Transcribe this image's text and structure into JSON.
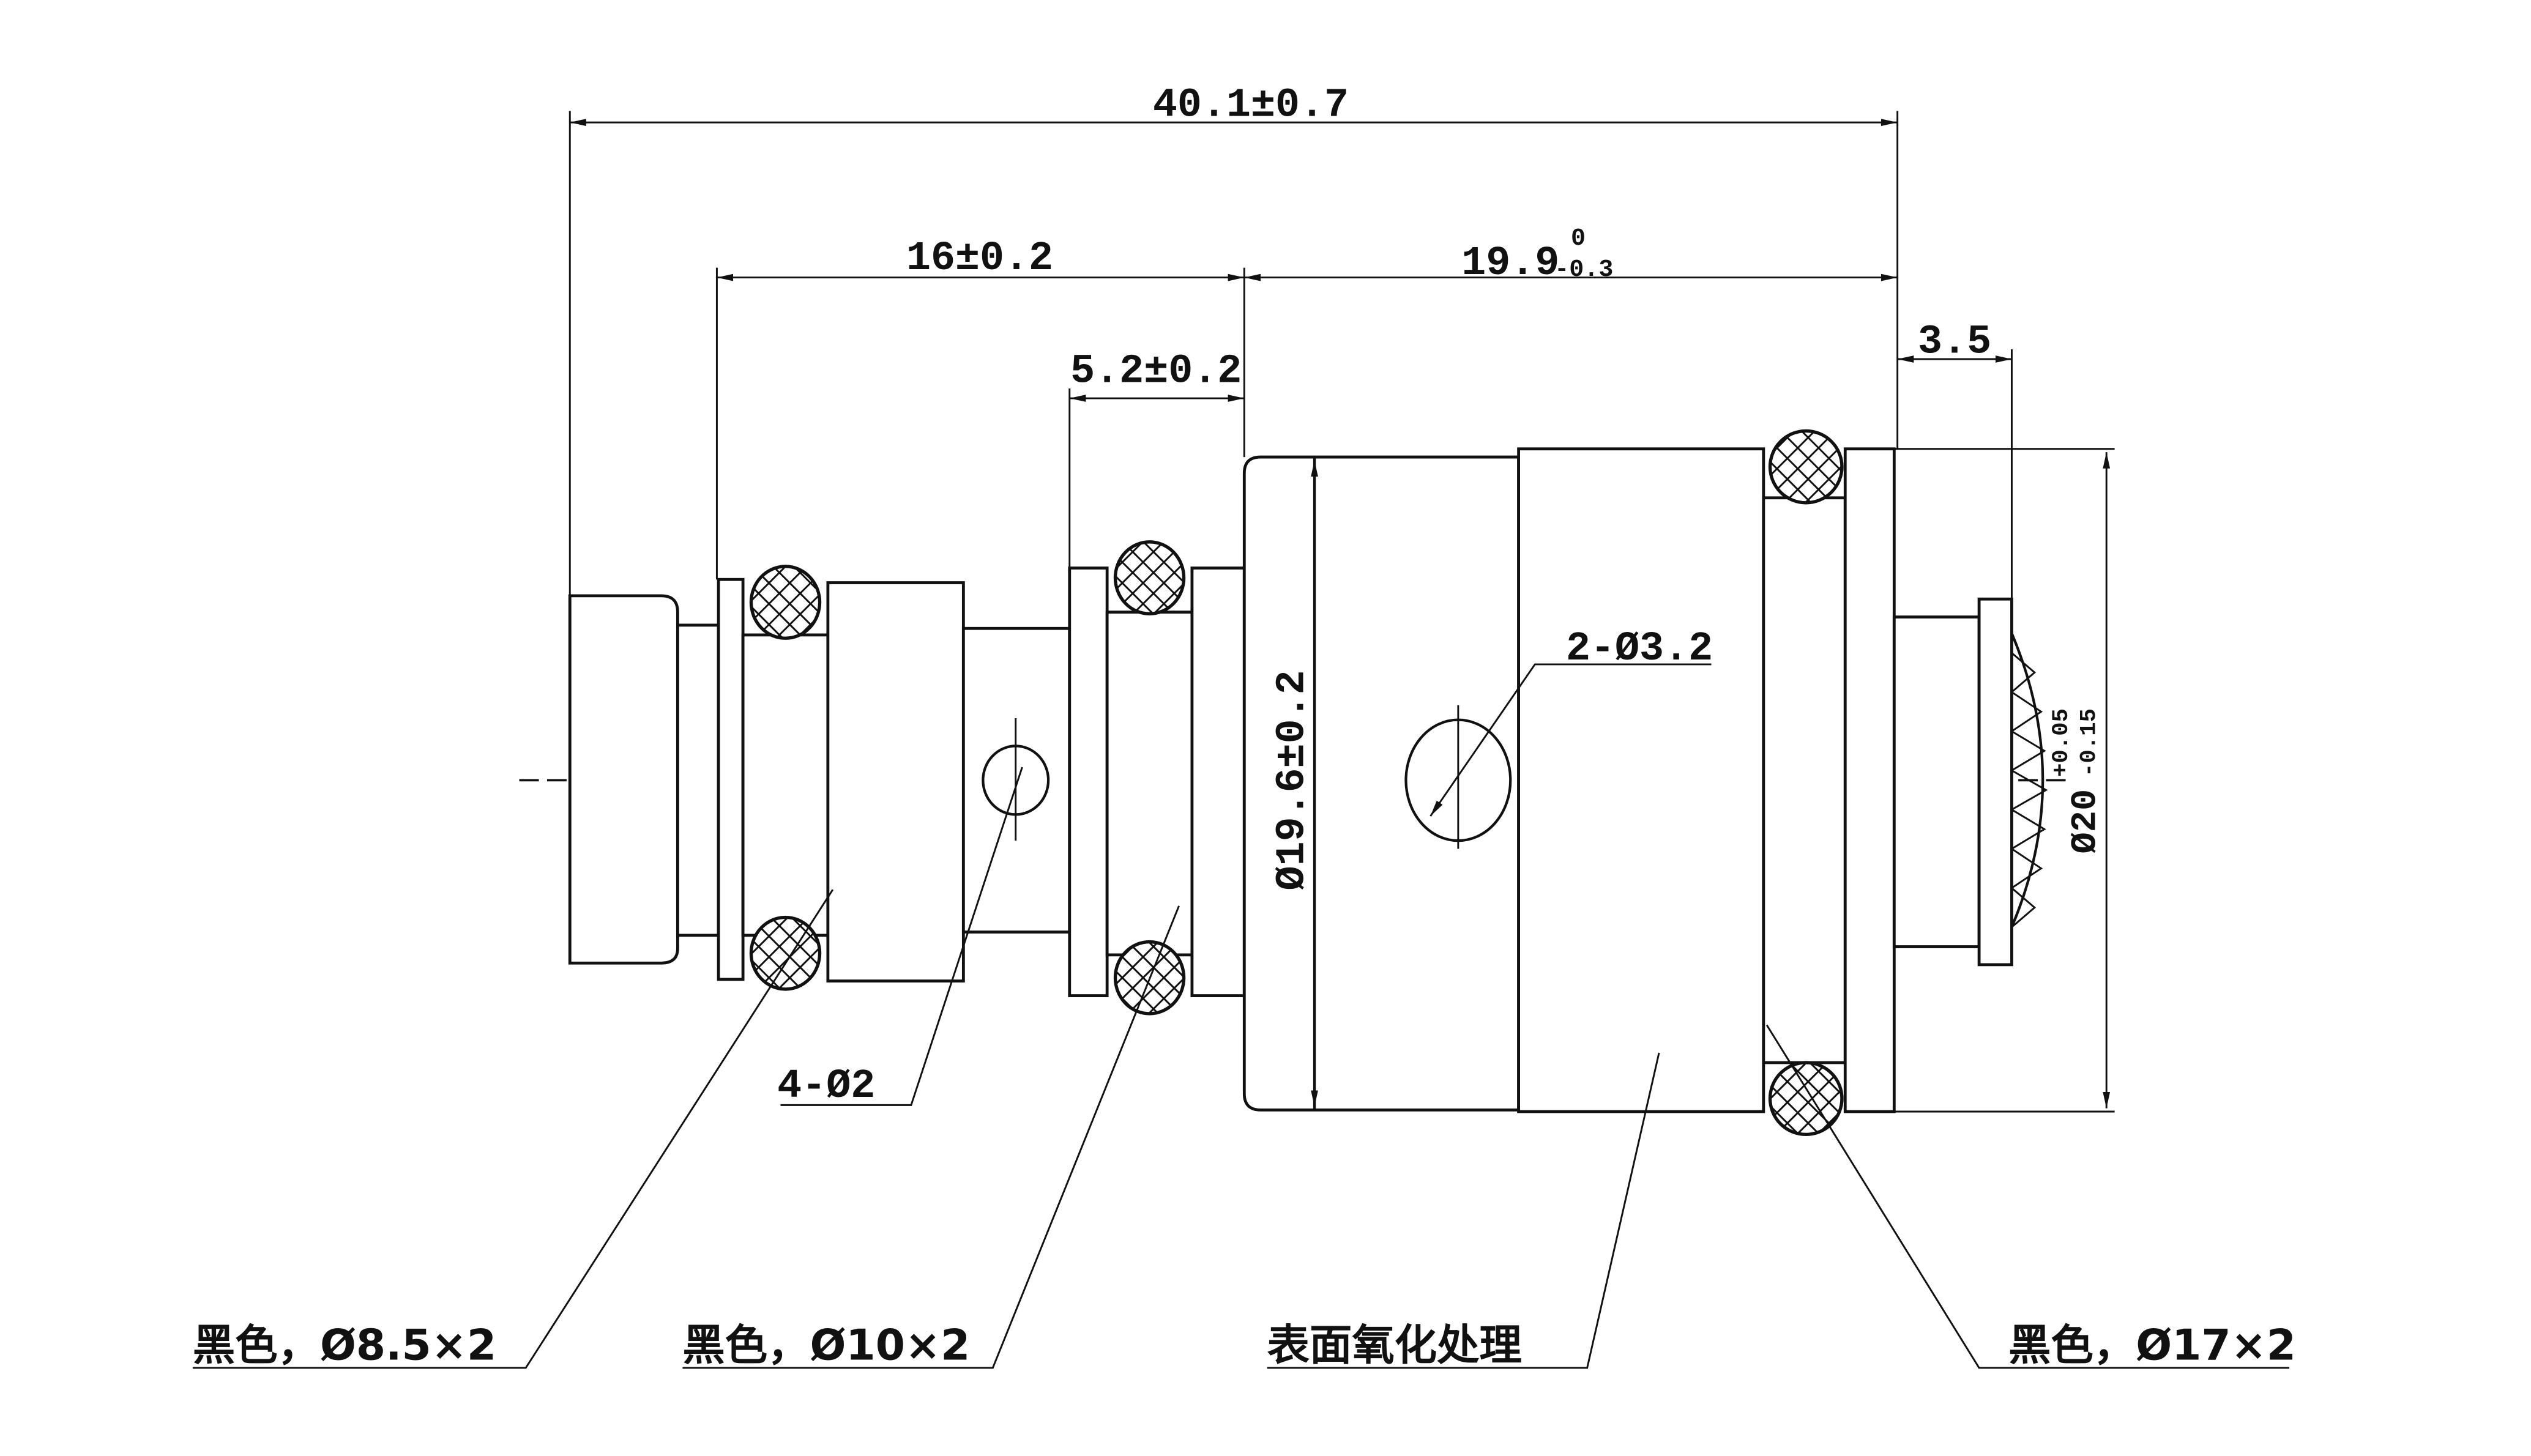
{
  "drawing": {
    "title": "Plunger assembly technical drawing",
    "line_color": "#111111",
    "background": "#ffffff"
  },
  "dimensions": {
    "overall_length": "40.1±0.7",
    "front_section": "16±0.2",
    "rear_section_base": "19.9",
    "rear_section_upper_tol": "0",
    "rear_section_lower_tol": "-0.3",
    "groove_width": "5.2±0.2",
    "cap_offset": "3.5",
    "body_diameter": "Ø19.6±0.2",
    "end_diameter_base": "Ø20",
    "end_diameter_upper_tol": "+0.05",
    "end_diameter_lower_tol": "-0.15",
    "large_holes": "2-Ø3.2",
    "small_holes": "4-Ø2"
  },
  "callouts": {
    "oring_small": "黑色，Ø8.5×2",
    "oring_medium": "黑色，Ø10×2",
    "surface_treatment": "表面氧化处理",
    "oring_large": "黑色，Ø17×2"
  }
}
